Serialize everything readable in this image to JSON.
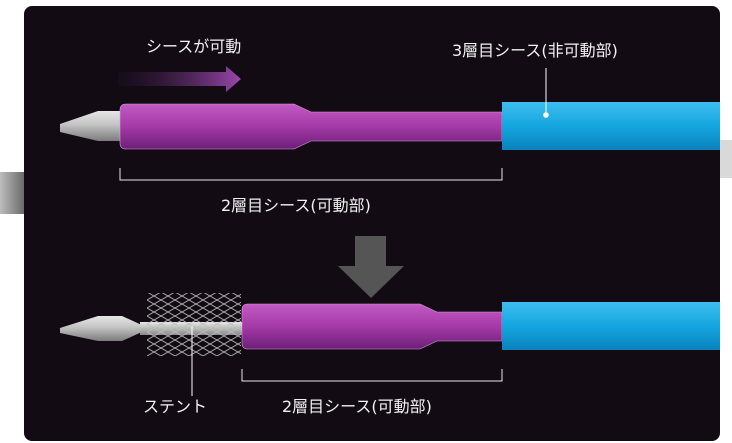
{
  "labels": {
    "sheath_moving": "シースが可動",
    "third_layer_sheath": "3層目シース(非可動部)",
    "second_layer_sheath_top": "2層目シース(可動部)",
    "stent": "ステント",
    "second_layer_sheath_bottom": "2層目シース(可動部)"
  },
  "colors": {
    "panel_background": "#120b14",
    "movable_sheath": "#a43aa6",
    "fixed_sheath": "#14a6df",
    "tip": "#b9b9b9",
    "stent_mesh": "#9a9a9a",
    "arrow_gray": "#555555",
    "arrow_purple": "#8e3ca0"
  },
  "icons": {
    "motion_arrow": "arrow-right-icon",
    "transition_arrow": "arrow-down-icon"
  }
}
